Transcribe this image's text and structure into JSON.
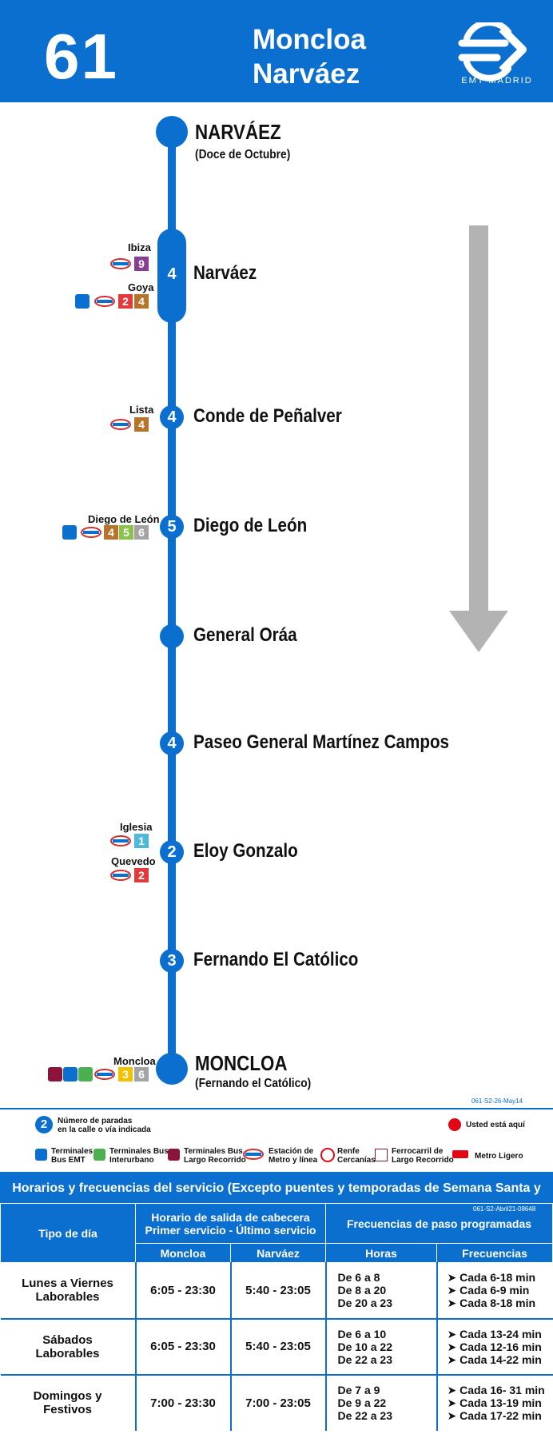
{
  "header": {
    "route_number": "61",
    "title_line1": "Moncloa",
    "title_line2": "Narváez",
    "brand": "EMT MADRID",
    "brand_color": "#0a6fce"
  },
  "stops": {
    "s1": {
      "name": "NARVÁEZ",
      "sub": "(Doce de Octubre)"
    },
    "s2": {
      "name": "Narváez",
      "stops_count": "4",
      "x1": "Ibiza",
      "x1_line": "9",
      "x2": "Goya",
      "x2_lines": [
        "2",
        "4"
      ]
    },
    "s3": {
      "name": "Conde de Peñalver",
      "stops_count": "4",
      "x1": "Lista",
      "x1_line": "4"
    },
    "s4": {
      "name": "Diego de León",
      "stops_count": "5",
      "x1": "Diego de León",
      "x1_lines": [
        "4",
        "5",
        "6"
      ]
    },
    "s5": {
      "name": "General Oráa"
    },
    "s6": {
      "name": "Paseo General Martínez Campos",
      "stops_count": "4"
    },
    "s7": {
      "name": "Eloy Gonzalo",
      "stops_count": "2",
      "x1": "Iglesia",
      "x1_line": "1",
      "x2": "Quevedo",
      "x2_line": "2"
    },
    "s8": {
      "name": "Fernando El Católico",
      "stops_count": "3"
    },
    "s9": {
      "name": "MONCLOA",
      "sub": "(Fernando el Católico)",
      "x1": "Moncloa",
      "x1_lines": [
        "3",
        "6"
      ]
    }
  },
  "legend": {
    "code": "061-S2-26-May14",
    "num_stops_badge": "2",
    "num_stops_text_1": "Número de paradas",
    "num_stops_text_2": "en la calle o vía indicada",
    "you_are_here": "Usted está aquí",
    "terminal_emt_1": "Terminales",
    "terminal_emt_2": "Bus EMT",
    "terminal_inter_1": "Terminales Bus",
    "terminal_inter_2": "Interurbano",
    "terminal_largo_1": "Terminales Bus",
    "terminal_largo_2": "Largo Recorrido",
    "metro_1": "Estación de",
    "metro_2": "Metro y línea",
    "renfe_1": "Renfe",
    "renfe_2": "Cercanías",
    "ferro_1": "Ferrocarril de",
    "ferro_2": "Largo Recorrido",
    "metro_ligero": "Metro Ligero"
  },
  "schedule": {
    "title": "Horarios y frecuencias del servicio (Excepto puentes y temporadas de Semana Santa y Verano)",
    "code": "061-S2-Abril21-08648",
    "col_tipo": "Tipo de día",
    "col_horario_1": "Horario de salida de cabecera",
    "col_horario_2": "Primer servicio - Último servicio",
    "col_freq": "Frecuencias de paso programadas",
    "sub_moncloa": "Moncloa",
    "sub_narvaez": "Narváez",
    "sub_horas": "Horas",
    "sub_frecuencias": "Frecuencias",
    "rows": [
      {
        "tipo1": "Lunes a Viernes",
        "tipo2": "Laborables",
        "moncloa": "6:05 - 23:30",
        "narvaez": "5:40 - 23:05",
        "horas": [
          "De 6 a 8",
          "De 8 a 20",
          "De 20 a 23"
        ],
        "freq": [
          "Cada 6-18 min",
          "Cada 6-9 min",
          "Cada 8-18 min"
        ]
      },
      {
        "tipo1": "Sábados",
        "tipo2": "Laborables",
        "moncloa": "6:05 - 23:30",
        "narvaez": "5:40 - 23:05",
        "horas": [
          "De 6 a 10",
          "De 10 a 22",
          "De 22 a 23"
        ],
        "freq": [
          "Cada 13-24 min",
          "Cada 12-16 min",
          "Cada 14-22 min"
        ]
      },
      {
        "tipo1": "Domingos y",
        "tipo2": "Festivos",
        "moncloa": "7:00 - 23:30",
        "narvaez": "7:00 - 23:05",
        "horas": [
          "De 7 a 9",
          "De 9 a 22",
          "De 22 a 23"
        ],
        "freq": [
          "Cada 16- 31 min",
          "Cada 13-19 min",
          "Cada 17-22 min"
        ]
      }
    ]
  },
  "colors": {
    "line1": "#4fb9d8",
    "line2": "#e23a3a",
    "line3": "#f2c200",
    "line4": "#b8732a",
    "line5": "#8bc34a",
    "line6": "#a4a4a4",
    "line9": "#8a3e93"
  }
}
